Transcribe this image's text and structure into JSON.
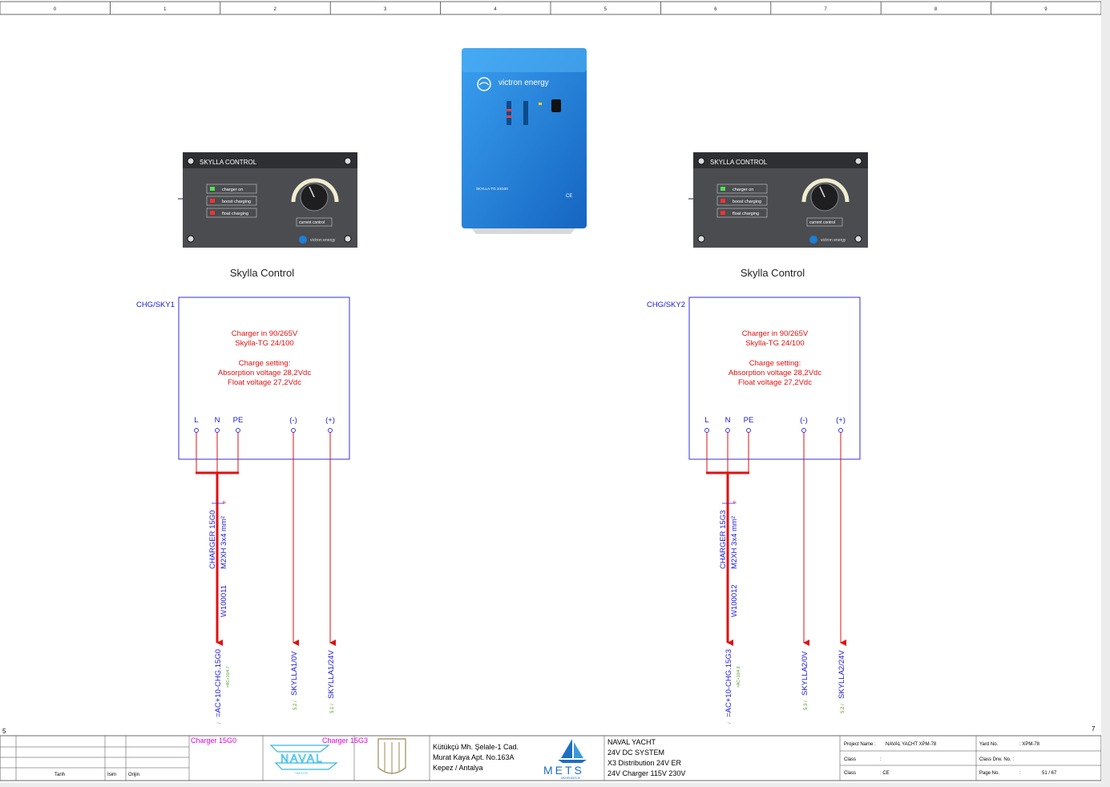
{
  "ruler": {
    "columns": [
      "0",
      "1",
      "2",
      "3",
      "4",
      "5",
      "6",
      "7",
      "8",
      "9"
    ],
    "left_marker": "5",
    "right_marker": "7"
  },
  "charger_image": {
    "brand": "victron energy",
    "model": "SKYLLA-TG 24/100"
  },
  "panels": [
    {
      "title": "Skylla Control",
      "panel_header": "SKYLLA CONTROL",
      "indicators": [
        "charger on",
        "boost charging",
        "float charging"
      ],
      "knob_label": "current control",
      "brand": "victron energy",
      "tag": "CHG/SKY1",
      "desc": [
        "Charger in 90/265V",
        "Skylla-TG 24/100",
        "",
        "Charge setting:",
        "Absorption voltage 28,2Vdc",
        "Float voltage 27,2Vdc"
      ],
      "terminals": [
        "L",
        "N",
        "PE",
        "(-)",
        "(+)"
      ],
      "cable": {
        "name": "CHARGER 15G0",
        "type": "M2XH 3x4 mm²",
        "id": "W100011",
        "mark": "P"
      },
      "dest_main": "=AC+10-CHG.15G0",
      "dest_main_ref": "/",
      "dest_main_sub": "=AC+10/4.7",
      "dest_neg": "SKYLLA1/0V",
      "dest_neg_ref": "5.2 /",
      "dest_pos": "SKYLLA1/24V",
      "dest_pos_ref": "5.1 /"
    },
    {
      "title": "Skylla Control",
      "panel_header": "SKYLLA CONTROL",
      "indicators": [
        "charger on",
        "boost charging",
        "float charging"
      ],
      "knob_label": "current control",
      "brand": "victron energy",
      "tag": "CHG/SKY2",
      "desc": [
        "Charger in 90/265V",
        "Skylla-TG 24/100",
        "",
        "Charge setting:",
        "Absorption voltage 28,2Vdc",
        "Float voltage 27,2Vdc"
      ],
      "terminals": [
        "L",
        "N",
        "PE",
        "(-)",
        "(+)"
      ],
      "cable": {
        "name": "CHARGER 15G3",
        "type": "M2XH 3x4 mm²",
        "id": "W100012",
        "mark": "P"
      },
      "dest_main": "=AC+10-CHG.15G3",
      "dest_main_ref": "/",
      "dest_main_sub": "=AC+10/4.8",
      "dest_neg": "SKYLLA2/0V",
      "dest_neg_ref": "5.3 /",
      "dest_pos": "SKYLLA2/24V",
      "dest_pos_ref": "5.2 /"
    }
  ],
  "title_block": {
    "rev_labels": [
      "Tarih",
      "İsim",
      "Orijin"
    ],
    "prev_page": "Charger 15G0",
    "next_page": "Charger 15G3",
    "logo1": "NAVAL",
    "logo1_sub": "YACHTS",
    "logo3": "METS",
    "logo3_sub": "MÜHENDİSLİK",
    "address": [
      "Kütükçü Mh. Şelale-1 Cad.",
      "Murat Kaya Apt. No.163A",
      "Kepez  / Antalya"
    ],
    "description": [
      "NAVAL YACHT",
      "24V DC SYSTEM",
      "X3 Distribution 24V ER",
      "24V Charger 115V 230V"
    ],
    "fields": [
      {
        "label": "Project Name :",
        "value": "NAVAL YACHT  XPM-78"
      },
      {
        "label": "Class",
        "value": ":"
      },
      {
        "label": "Class",
        "value": ": CE"
      }
    ],
    "fields_right": [
      {
        "label": "Yard No.",
        "value": ": XPM-78"
      },
      {
        "label": "Class Drw. No. :",
        "value": ""
      },
      {
        "label": "Page No.",
        "value": ":"
      }
    ],
    "page": "51 / 67"
  },
  "colors": {
    "wire": "#e01010",
    "label": "#1a1ad6",
    "box": "#3030e0",
    "xref": "#e000e0",
    "victron_blue": "#1e7fd6"
  }
}
